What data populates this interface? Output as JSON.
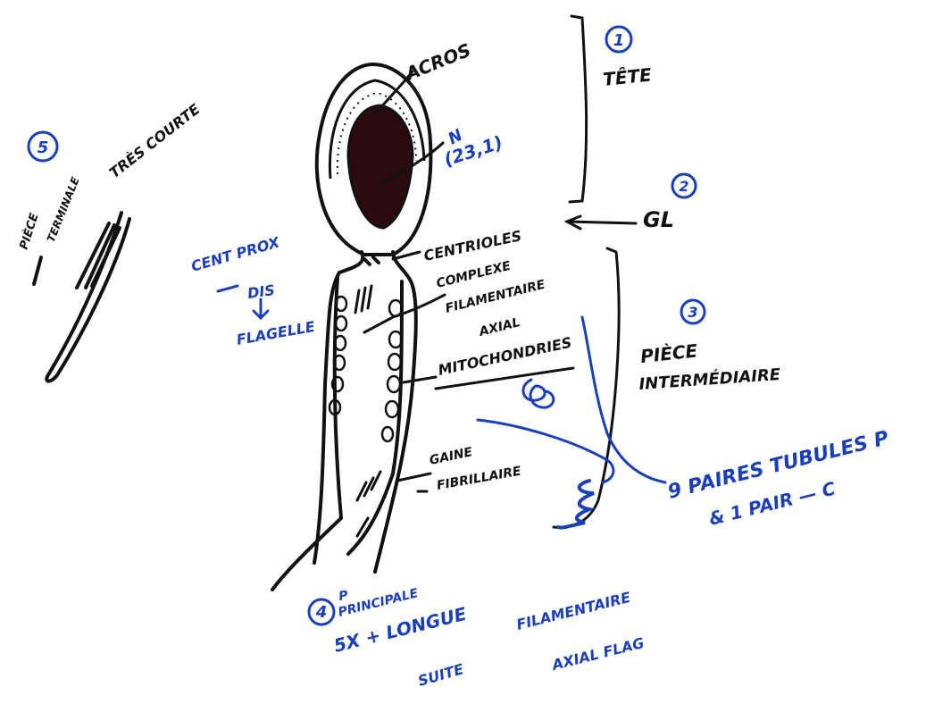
{
  "colors": {
    "ink_black": "#111111",
    "ink_blue": "#1a3fb8",
    "nucleus": "#2b0a12",
    "paper": "#ffffff"
  },
  "labels": {
    "section1_number": "1",
    "section1_title": "TÊTE",
    "acrosome": "ACROS",
    "nucleus": "N",
    "nucleus_chromosomes": "(23,1)",
    "section2_number": "2",
    "section2_label": "GL",
    "centrioles": "CENTRIOLES",
    "centriole_note_line1": "CENT PROX",
    "centriole_note_line2": "DIS",
    "centriole_note_line3": "FLAGELLE",
    "complex_line1": "COMPLEXE",
    "complex_line2": "FILAMENTAIRE",
    "complex_line3": "AXIAL",
    "mitochondria": "MITOCHONDRIES",
    "section3_number": "3",
    "section3_line1": "PIÈCE",
    "section3_line2": "INTERMÉDIAIRE",
    "sheath_line1": "GAINE",
    "sheath_line2": "FIBRILLAIRE",
    "tubules_line1": "9 PAIRES TUBULES P",
    "tubules_line2": "& 1 PAIR — C",
    "section4_number": "4",
    "section4_line1": "P",
    "section4_line2": "PRINCIPALE",
    "section4_line3": "5X + LONGUE",
    "section4_line4": "SUITE",
    "section4_line5": "FILAMENTAIRE",
    "section4_line6": "AXIAL FLAG",
    "section5_number": "5",
    "section5_line1": "PIÈCE",
    "section5_line2": "TERMINALE",
    "section5_note": "TRÈS COURTE"
  }
}
